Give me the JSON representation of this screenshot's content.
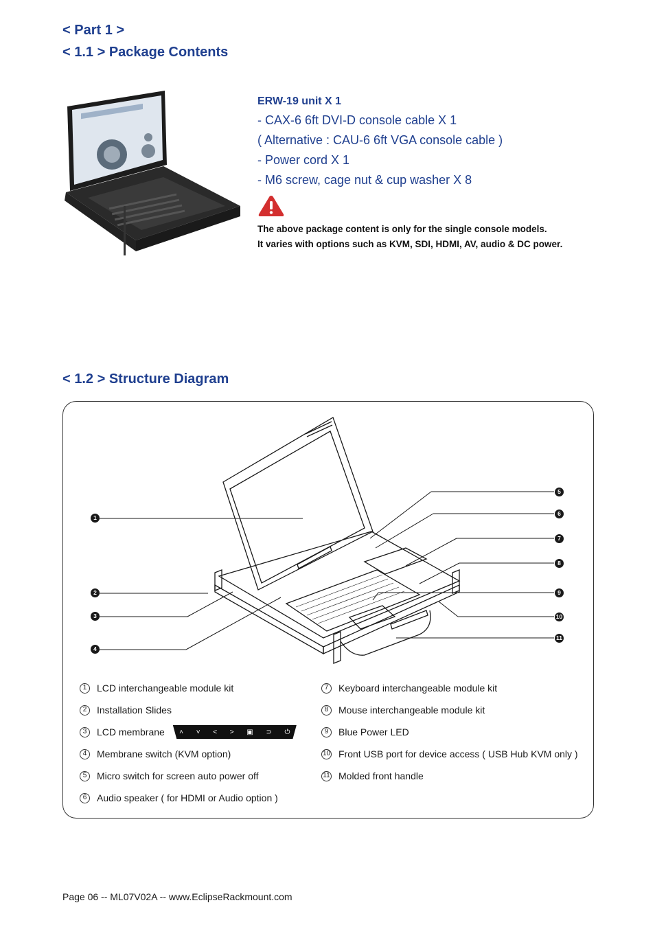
{
  "header": {
    "part": "< Part 1 >",
    "section1": "< 1.1 > Package Contents",
    "section2": "< 1.2 > Structure Diagram"
  },
  "package": {
    "unit": "ERW-19 unit  X 1",
    "items": [
      "-  CAX-6 6ft DVI-D console cable  X 1",
      "( Alternative : CAU-6 6ft VGA console cable )",
      "-  Power cord  X 1",
      "-  M6 screw, cage nut & cup washer  X 8"
    ],
    "warning_icon": "warning-triangle-icon",
    "note_line1": "The above package content is only for the single console models.",
    "note_line2": "It varies with options such as KVM, SDI, HDMI, AV, audio & DC power."
  },
  "callouts": [
    "1",
    "2",
    "3",
    "4",
    "5",
    "6",
    "7",
    "8",
    "9",
    "10",
    "11"
  ],
  "legend_left": [
    {
      "num": "1",
      "label": "LCD interchangeable module kit"
    },
    {
      "num": "2",
      "label": "Installation Slides"
    },
    {
      "num": "3",
      "label": "LCD membrane"
    },
    {
      "num": "4",
      "label": "Membrane switch (KVM option)"
    },
    {
      "num": "5",
      "label": "Micro switch for screen auto power off"
    },
    {
      "num": "6",
      "label": "Audio speaker ( for HDMI or Audio option )"
    }
  ],
  "legend_right": [
    {
      "num": "7",
      "label": "Keyboard interchangeable module kit"
    },
    {
      "num": "8",
      "label": "Mouse interchangeable module kit"
    },
    {
      "num": "9",
      "label": "Blue Power LED"
    },
    {
      "num": "10",
      "label": "Front USB port for device access ( USB Hub KVM only )"
    },
    {
      "num": "11",
      "label": "Molded front handle"
    }
  ],
  "membrane_buttons": [
    "˄",
    "˅",
    "<",
    ">",
    "▣",
    "⊃",
    "⏻"
  ],
  "footer": "Page 06 -- ML07V02A -- www.EclipseRackmount.com",
  "colors": {
    "heading": "#1f3f8f",
    "warning": "#d32f2f"
  }
}
